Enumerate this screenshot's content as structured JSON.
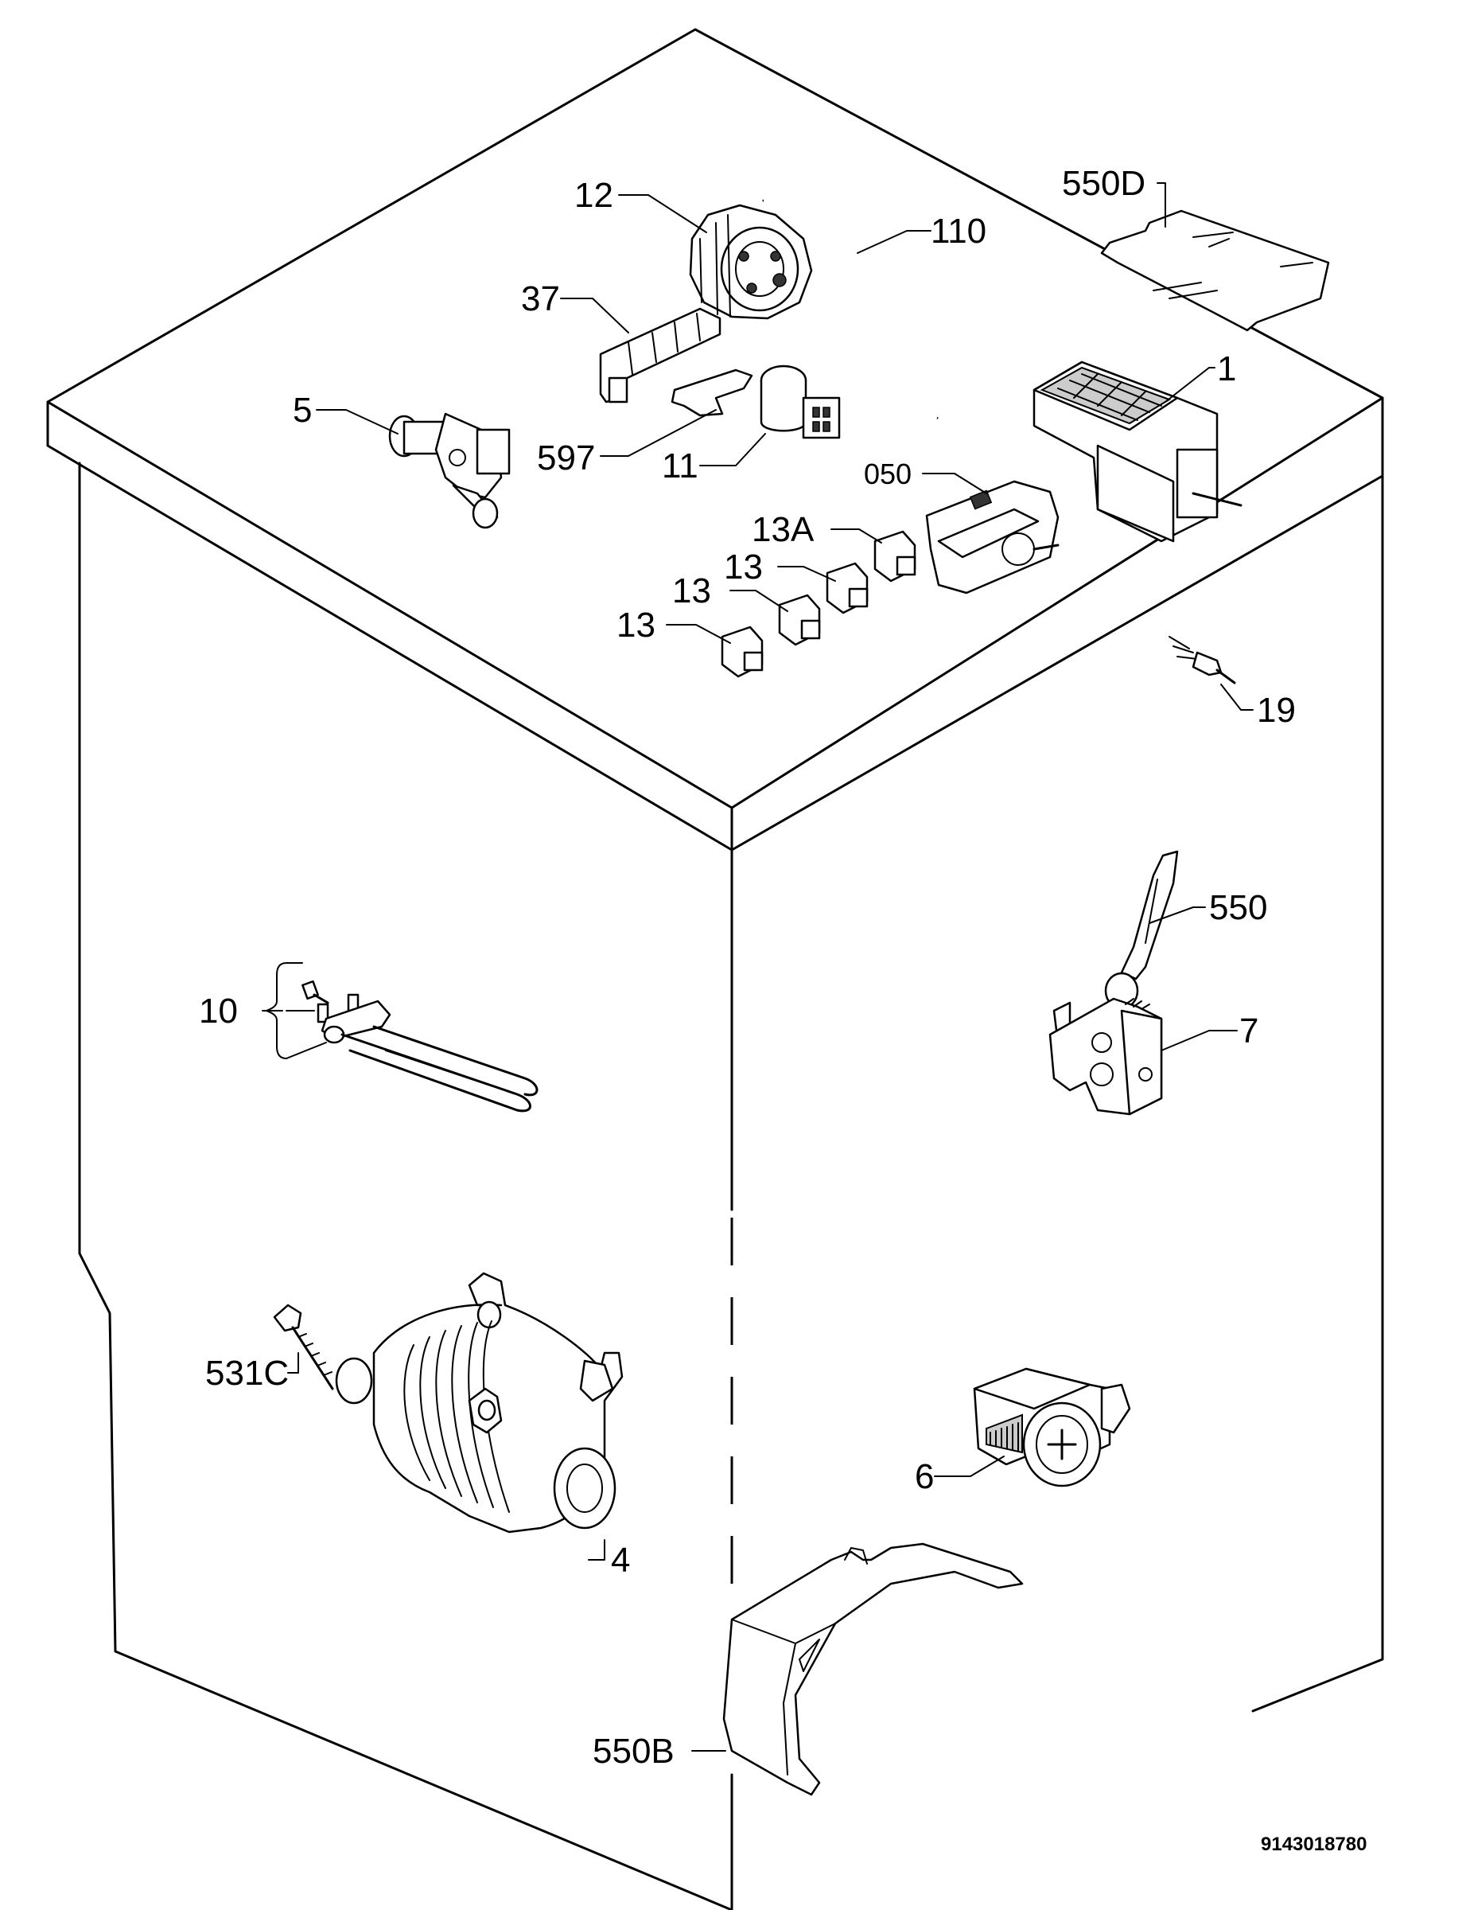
{
  "document_number": "9143018780",
  "callouts": {
    "c12": "12",
    "c110": "110",
    "c550D": "550D",
    "c37": "37",
    "c1": "1",
    "c5": "5",
    "c597": "597",
    "c11": "11",
    "c050": "050",
    "c13A": "13A",
    "c13a": "13",
    "c13b": "13",
    "c13c": "13",
    "c19": "19",
    "c550": "550",
    "c10": "10",
    "c7": "7",
    "c531C": "531C",
    "c6": "6",
    "c4": "4",
    "c550B": "550B"
  }
}
